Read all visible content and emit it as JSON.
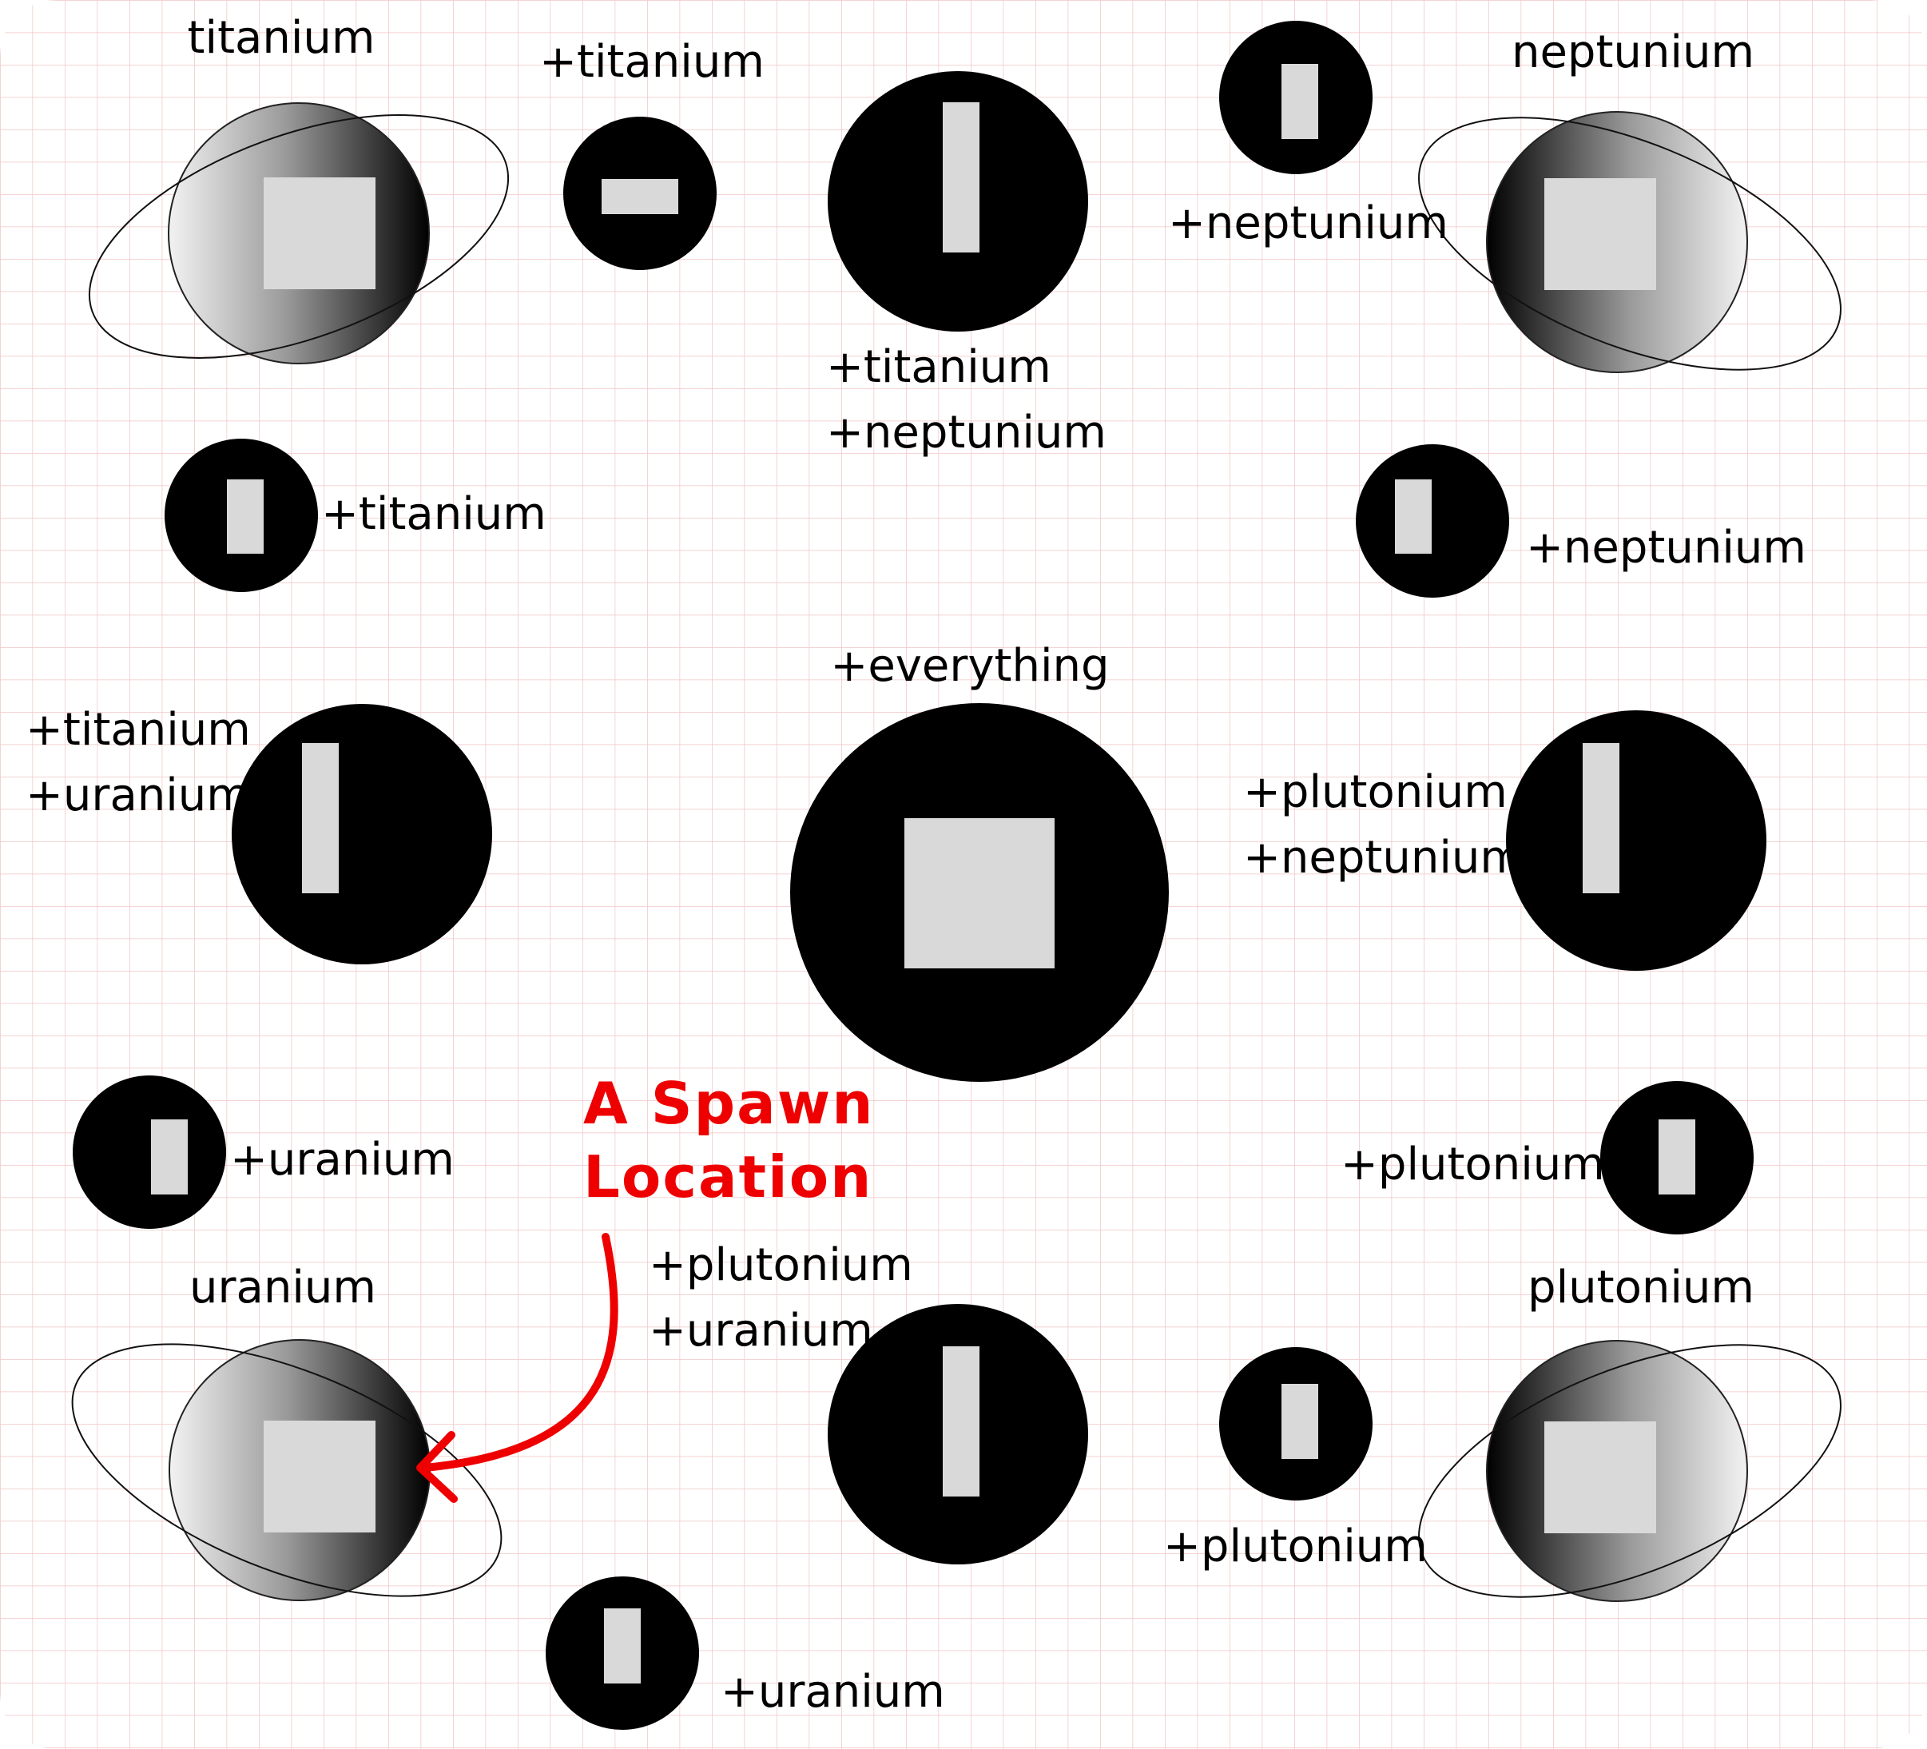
{
  "planets": {
    "titanium": {
      "label": "titanium"
    },
    "neptunium": {
      "label": "neptunium"
    },
    "uranium": {
      "label": "uranium"
    },
    "plutonium": {
      "label": "plutonium"
    }
  },
  "nodes": {
    "top_small_titanium": {
      "label": "+titanium"
    },
    "top_center": {
      "line1": "+titanium",
      "line2": "+neptunium"
    },
    "top_small_neptunium": {
      "label": "+neptunium"
    },
    "left_small_titanium": {
      "label": "+titanium"
    },
    "right_small_neptunium": {
      "label": "+neptunium"
    },
    "center": {
      "label": "+everything"
    },
    "left_mid": {
      "line1": "+titanium",
      "line2": "+uranium"
    },
    "right_mid": {
      "line1": "+plutonium",
      "line2": "+neptunium"
    },
    "left_small_uranium": {
      "label": "+uranium"
    },
    "right_small_plutonium": {
      "label": "+plutonium"
    },
    "bottom_center": {
      "line1": "+plutonium",
      "line2": "+uranium"
    },
    "bottom_small_plutonium": {
      "label": "+plutonium"
    },
    "bottom_small_uranium": {
      "label": "+uranium"
    }
  },
  "annotation": {
    "line1": "A Spawn",
    "line2": "Location",
    "color": "#ee0000"
  },
  "colors": {
    "grid": "#f2c6c6",
    "node_fill": "#000000",
    "inner_fill": "#d9d9d9"
  }
}
